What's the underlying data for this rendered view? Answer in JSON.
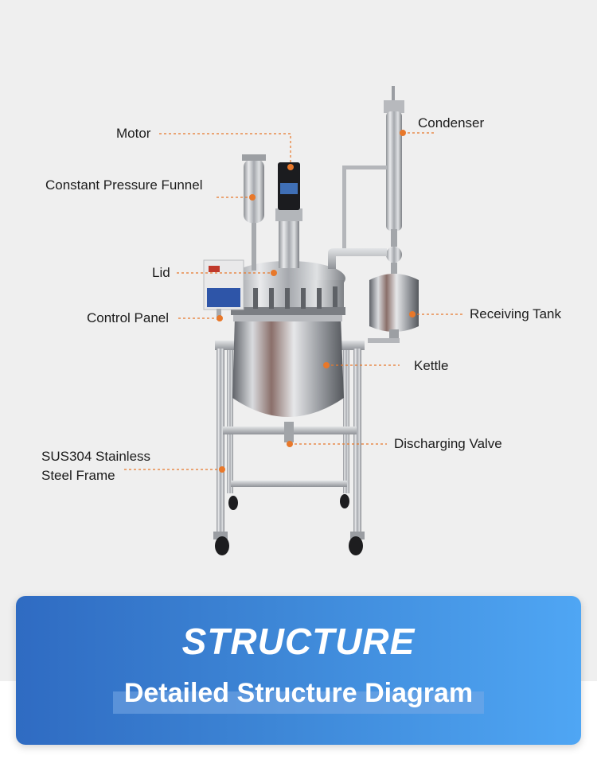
{
  "labels": {
    "motor": "Motor",
    "condenser": "Condenser",
    "funnel": "Constant Pressure Funnel",
    "lid": "Lid",
    "control_panel": "Control Panel",
    "receiving_tank": "Receiving Tank",
    "kettle": "Kettle",
    "discharging_valve": "Discharging Valve",
    "frame_line1": "SUS304 Stainless",
    "frame_line2": "Steel Frame"
  },
  "banner": {
    "title": "STRUCTURE",
    "subtitle": "Detailed Structure Diagram"
  },
  "colors": {
    "leader": "#e8782a",
    "banner_start": "#2f6bc2",
    "banner_end": "#4fa6f4",
    "steel": "#c9cbce"
  }
}
